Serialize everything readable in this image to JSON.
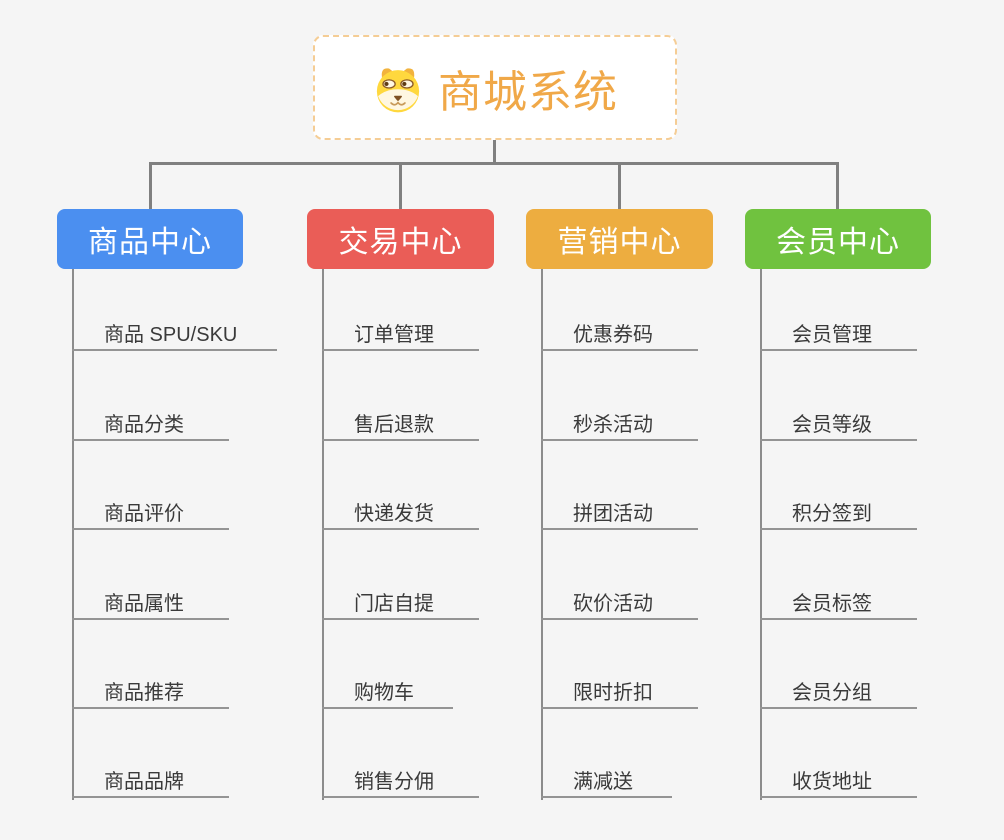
{
  "root": {
    "title": "商城系统",
    "icon": "dog-icon",
    "text_color": "#F0A848",
    "border_color": "#F5CD95"
  },
  "branches": [
    {
      "label": "商品中心",
      "color": "#4B8FF0",
      "items": [
        "商品 SPU/SKU",
        "商品分类",
        "商品评价",
        "商品属性",
        "商品推荐",
        "商品品牌"
      ]
    },
    {
      "label": "交易中心",
      "color": "#EA5D57",
      "items": [
        "订单管理",
        "售后退款",
        "快递发货",
        "门店自提",
        "购物车",
        "销售分佣"
      ]
    },
    {
      "label": "营销中心",
      "color": "#EDAD40",
      "items": [
        "优惠券码",
        "秒杀活动",
        "拼团活动",
        "砍价活动",
        "限时折扣",
        "满减送"
      ]
    },
    {
      "label": "会员中心",
      "color": "#70C23F",
      "items": [
        "会员管理",
        "会员等级",
        "积分签到",
        "会员标签",
        "会员分组",
        "收货地址"
      ]
    }
  ],
  "canvas": {
    "background": "#F5F5F5",
    "connector_color": "#808080",
    "underline_color": "#949494",
    "leaf_text_color": "#3A3A3A"
  }
}
